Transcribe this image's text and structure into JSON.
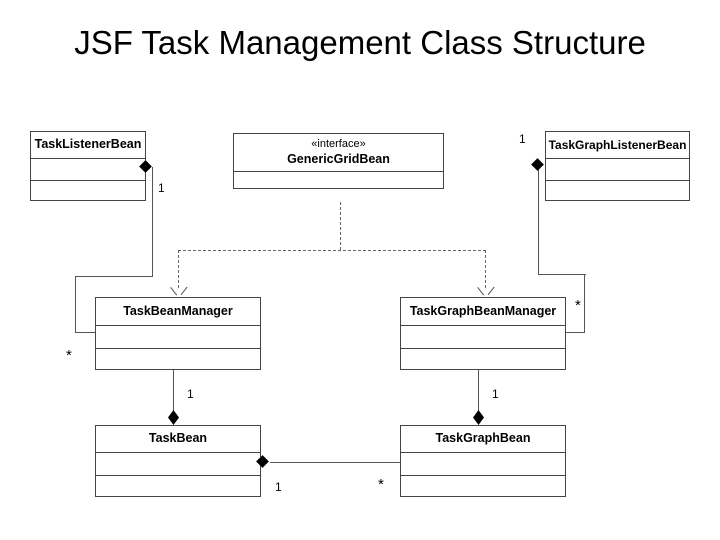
{
  "diagram": {
    "title": "JSF Task Management Class Structure",
    "type": "uml-class-diagram",
    "classes": [
      {
        "id": "TaskListenerBean",
        "name": "TaskListenerBean",
        "stereotype": "",
        "compartments": 3
      },
      {
        "id": "GenericGridBean",
        "name": "GenericGridBean",
        "stereotype": "«interface»",
        "compartments": 2
      },
      {
        "id": "TaskGraphListenerBean",
        "name": "TaskGraphListenerBean",
        "stereotype": "",
        "compartments": 3
      },
      {
        "id": "TaskBeanManager",
        "name": "TaskBeanManager",
        "stereotype": "",
        "compartments": 3
      },
      {
        "id": "TaskGraphBeanManager",
        "name": "TaskGraphBeanManager",
        "stereotype": "",
        "compartments": 3
      },
      {
        "id": "TaskBean",
        "name": "TaskBean",
        "stereotype": "",
        "compartments": 3
      },
      {
        "id": "TaskGraphBean",
        "name": "TaskGraphBean",
        "stereotype": "",
        "compartments": 3
      }
    ],
    "relationships": [
      {
        "kind": "composition",
        "from": "TaskListenerBean",
        "to": "TaskBeanManager",
        "source_multiplicity": "1",
        "target_multiplicity": "*"
      },
      {
        "kind": "composition",
        "from": "TaskGraphListenerBean",
        "to": "TaskGraphBeanManager",
        "source_multiplicity": "1",
        "target_multiplicity": "*"
      },
      {
        "kind": "realization",
        "from": "TaskBeanManager",
        "to": "GenericGridBean",
        "source_multiplicity": "",
        "target_multiplicity": ""
      },
      {
        "kind": "realization",
        "from": "TaskGraphBeanManager",
        "to": "GenericGridBean",
        "source_multiplicity": "",
        "target_multiplicity": ""
      },
      {
        "kind": "composition",
        "from": "TaskBeanManager",
        "to": "TaskBean",
        "source_multiplicity": "1",
        "target_multiplicity": ""
      },
      {
        "kind": "composition",
        "from": "TaskGraphBeanManager",
        "to": "TaskGraphBean",
        "source_multiplicity": "1",
        "target_multiplicity": ""
      },
      {
        "kind": "composition",
        "from": "TaskBean",
        "to": "TaskGraphBean",
        "source_multiplicity": "1",
        "target_multiplicity": "*"
      }
    ],
    "multiplicity_labels": {
      "listener_to_manager": "1",
      "manager_from_listener": "*",
      "graph_listener_to_manager": "1",
      "graph_manager_from_listener": "*",
      "manager_to_bean": "1",
      "graph_manager_to_graph_bean": "1",
      "bean_to_graph_bean_source": "1",
      "bean_to_graph_bean_target": "*"
    },
    "colors": {
      "background": "#ffffff",
      "box_border": "#444444",
      "line": "#555555",
      "dashed_line": "#666666",
      "text": "#000000",
      "diamond_fill": "#000000"
    }
  }
}
